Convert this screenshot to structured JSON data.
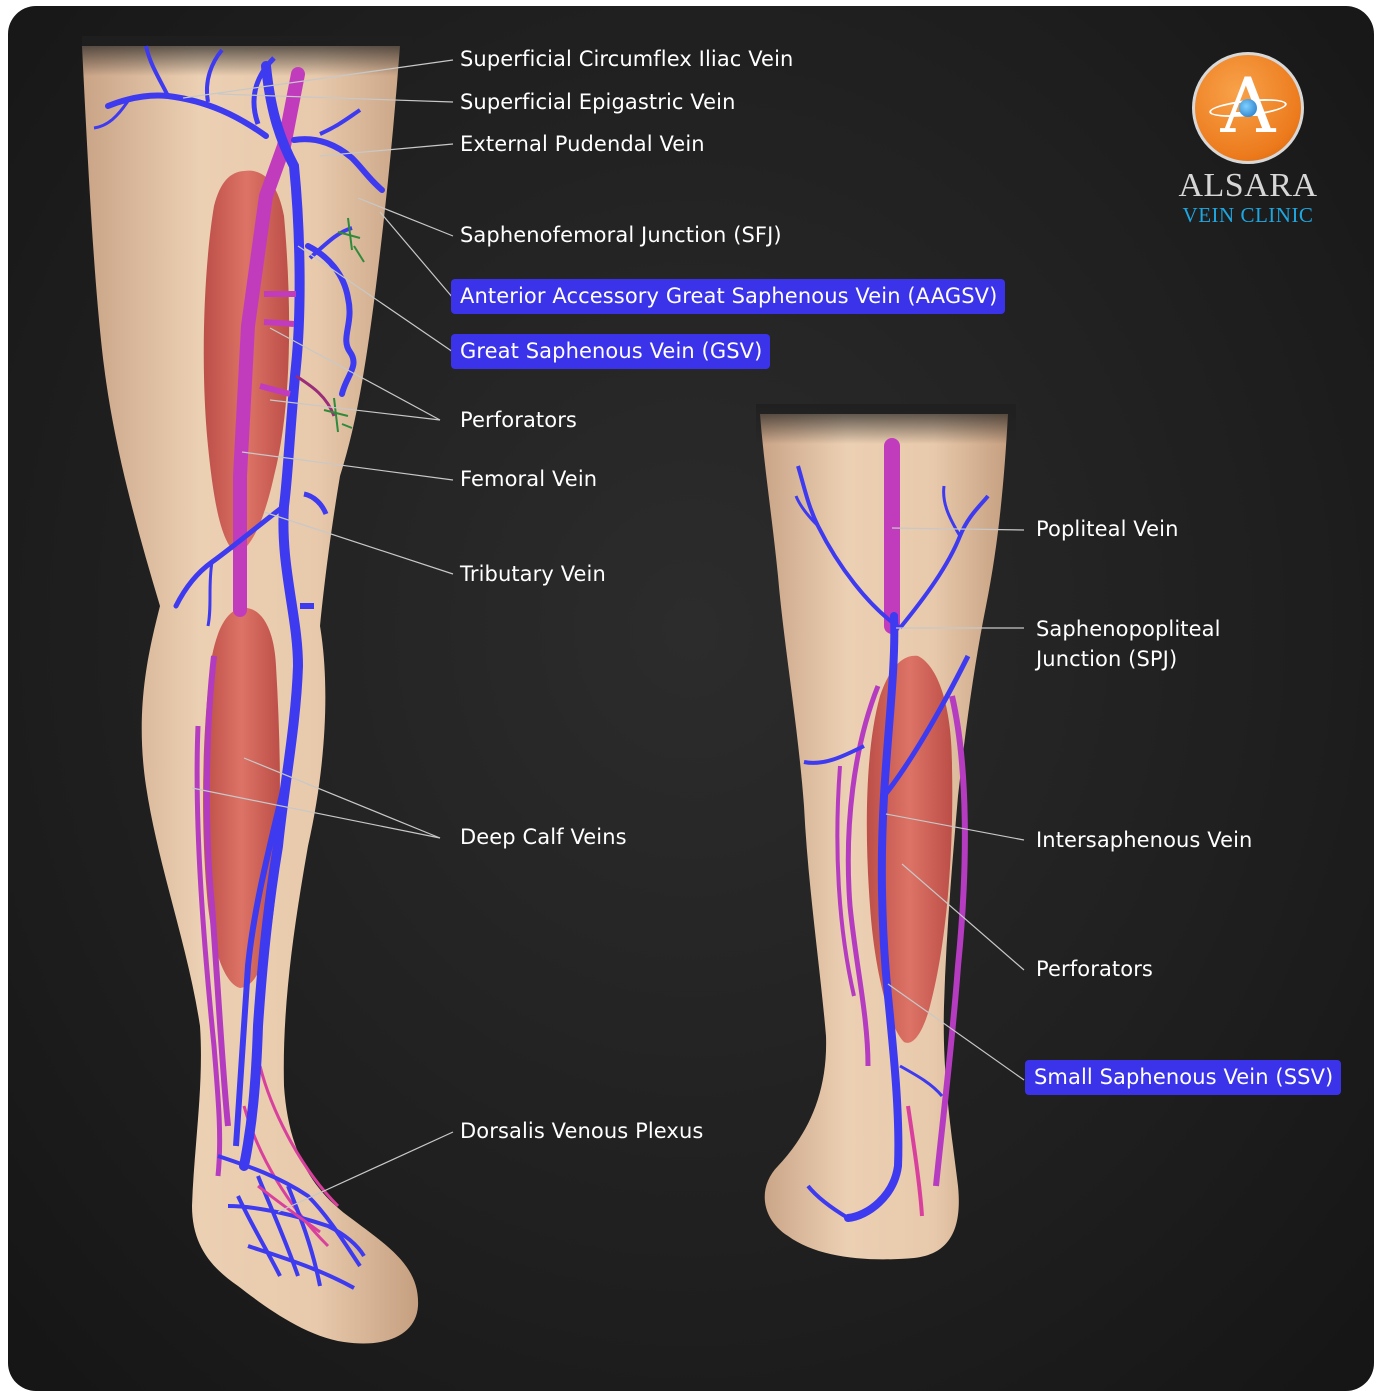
{
  "labels": {
    "superficial_circumflex_iliac": "Superficial Circumflex Iliac Vein",
    "superficial_epigastric": "Superficial Epigastric Vein",
    "external_pudendal": "External Pudendal Vein",
    "sfj": "Saphenofemoral Junction (SFJ)",
    "aagsv": "Anterior Accessory Great Saphenous Vein (AAGSV)",
    "gsv": "Great Saphenous Vein (GSV)",
    "perforators_front": "Perforators",
    "femoral": "Femoral Vein",
    "tributary": "Tributary Vein",
    "deep_calf": "Deep Calf Veins",
    "dorsalis": "Dorsalis Venous Plexus",
    "popliteal": "Popliteal  Vein",
    "spj_line1": "Saphenopopliteal",
    "spj_line2": "Junction (SPJ)",
    "intersaphenous": "Intersaphenous Vein",
    "perforators_back": "Perforators",
    "ssv": "Small Saphenous Vein (SSV)"
  },
  "logo": {
    "letter": "A",
    "name": "ALSARA",
    "subtitle": "VEIN CLINIC"
  },
  "colors": {
    "background": "#1f1f1f",
    "skin": "#e3c3a5",
    "vein_blue": "#3d3af0",
    "vein_magenta": "#b83cb8",
    "muscle": "#cf5a52",
    "highlight": "#3b33ea",
    "logo_orange": "#ec7a1c",
    "logo_blue": "#1ea6e0"
  }
}
